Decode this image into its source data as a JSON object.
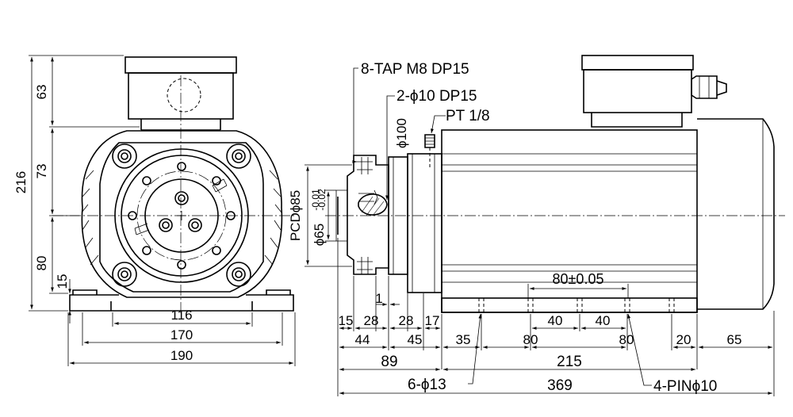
{
  "front_view": {
    "vertical_dims": [
      "63",
      "73",
      "216",
      "80",
      "15"
    ],
    "horizontal_dims": [
      "116",
      "170",
      "190"
    ]
  },
  "side_view": {
    "callouts": {
      "tap": "8-TAP M8 DP15",
      "holes": "2-ϕ10 DP15",
      "pt": "PT 1/8",
      "phi100": "ϕ100",
      "pcd": "PCDϕ85",
      "phi65": "ϕ65",
      "tol_upper": "-0.01",
      "tol_lower": "-0.02",
      "pin_pitch": "80±0.05"
    },
    "dims_row1": [
      "1",
      "15",
      "28",
      "28",
      "17",
      "40",
      "40"
    ],
    "dims_row2": [
      "44",
      "45",
      "35",
      "80",
      "80",
      "20",
      "65"
    ],
    "dims_row3": [
      "89",
      "215"
    ],
    "bottom": {
      "holes": "6-ϕ13",
      "total": "369",
      "pins": "4-PINϕ10"
    }
  }
}
